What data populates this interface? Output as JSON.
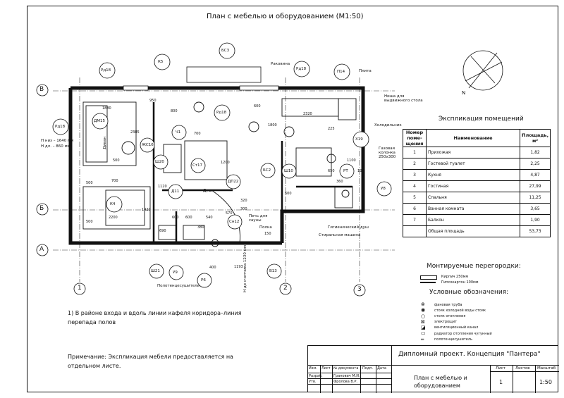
{
  "title": "План с мебелью и оборудованием (М1:50)",
  "axes": {
    "rows": [
      "В",
      "Б",
      "А"
    ],
    "cols": [
      "1",
      "2",
      "3"
    ]
  },
  "room_labels": {
    "pd18_a": "Рд18",
    "k5": "К5",
    "bs3": "БС3",
    "pd18_b": "Рд18",
    "p14": "П14",
    "pd18_c": "Рд18",
    "pd18_d": "Рд18",
    "ch1": "Ч1",
    "zhs16": "ЖС16",
    "dm15": "ДМ15",
    "divan": "Диван",
    "sh20": "Ш20",
    "st17": "Ст17",
    "d11": "Д11",
    "dp22": "ДП22",
    "bs2": "БС2",
    "sh10": "Ш10",
    "x19": "Х19",
    "pt": "РТ",
    "u8": "У8",
    "k4": "К4",
    "sn12": "Сн12",
    "sh21": "Ш21",
    "u9": "У9",
    "p6": "Р6",
    "v13": "В13",
    "rakovina": "Раковина",
    "plita": "Плита",
    "nisha": "Ниша для выдвижного стола",
    "holod": "Холодильник",
    "gaz": "Газовая колонка 250х300",
    "pech": "Печь для сауны",
    "polka": "Полка",
    "gig_dush": "Гигиенический душ",
    "stir": "Стиральная машина",
    "dush": "Душ",
    "polotence": "Полотенцесушитель",
    "schetchik": "Н до счетчика 1230 мм",
    "h_label_a": "Н низ – 1640 мм",
    "h_label_b": "Н дл. – 860 мм"
  },
  "dims": [
    "1880",
    "2385",
    "500",
    "800",
    "950",
    "2320",
    "600",
    "1800",
    "225",
    "700",
    "1200",
    "1120",
    "500",
    "700",
    "600",
    "2200",
    "1420",
    "600",
    "500",
    "540",
    "380",
    "690",
    "400",
    "1193",
    "150",
    "320",
    "570",
    "300",
    "360",
    "650",
    "197",
    "1100",
    "600"
  ],
  "explication": {
    "title": "Экспликация помещений",
    "headers": [
      "Номер поме- щения",
      "Наименование",
      "Площадь, м²"
    ],
    "rows": [
      {
        "num": "1",
        "name": "Прихожая",
        "area": "1,82"
      },
      {
        "num": "2",
        "name": "Гостевой туалет",
        "area": "2,25"
      },
      {
        "num": "3",
        "name": "Кухня",
        "area": "4,87"
      },
      {
        "num": "4",
        "name": "Гостиная",
        "area": "27,99"
      },
      {
        "num": "5",
        "name": "Спальня",
        "area": "11,25"
      },
      {
        "num": "6",
        "name": "Ванная комната",
        "area": "3,65"
      },
      {
        "num": "7",
        "name": "Балкон",
        "area": "1,90"
      },
      {
        "num": "",
        "name": "Общая площадь",
        "area": "53,73"
      }
    ]
  },
  "partitions": {
    "title": "Монтируемые перегородки:",
    "items": [
      "Кирпич 250мм",
      "Гипсокартон 100мм"
    ]
  },
  "symbols": {
    "title": "Условные обозначения:",
    "items": [
      "фановая труба",
      "стояк холодной воды стояк",
      "стояк отопления",
      "электрощит",
      "вентиляционный канал",
      "радиатор отопления чугунный",
      "полотенцесушитель"
    ]
  },
  "notes": {
    "note1": "1) В районе входа и вдоль линии кафеля коридора–линия перепада полов",
    "note2": "Примечание: Экспликация мебели предоставляется на отдельном листе."
  },
  "stamp": {
    "project": "Дипломный проект. Концепция \"Пантера\"",
    "cols": [
      "Изм.",
      "Лист",
      "№ документа",
      "Подп.",
      "Дата"
    ],
    "razrab_label": "Разраб.",
    "razrab_name": "Гранович М.И.",
    "prov_label": "Утв.",
    "prov_name": "Фролова В.Р.",
    "sheet_title": "План с мебелью и оборудованием",
    "list_h": "Лист",
    "lists_h": "Листов",
    "scale_h": "Масштаб",
    "list": "1",
    "scale": "1:50"
  },
  "compass": {
    "north": "N"
  }
}
